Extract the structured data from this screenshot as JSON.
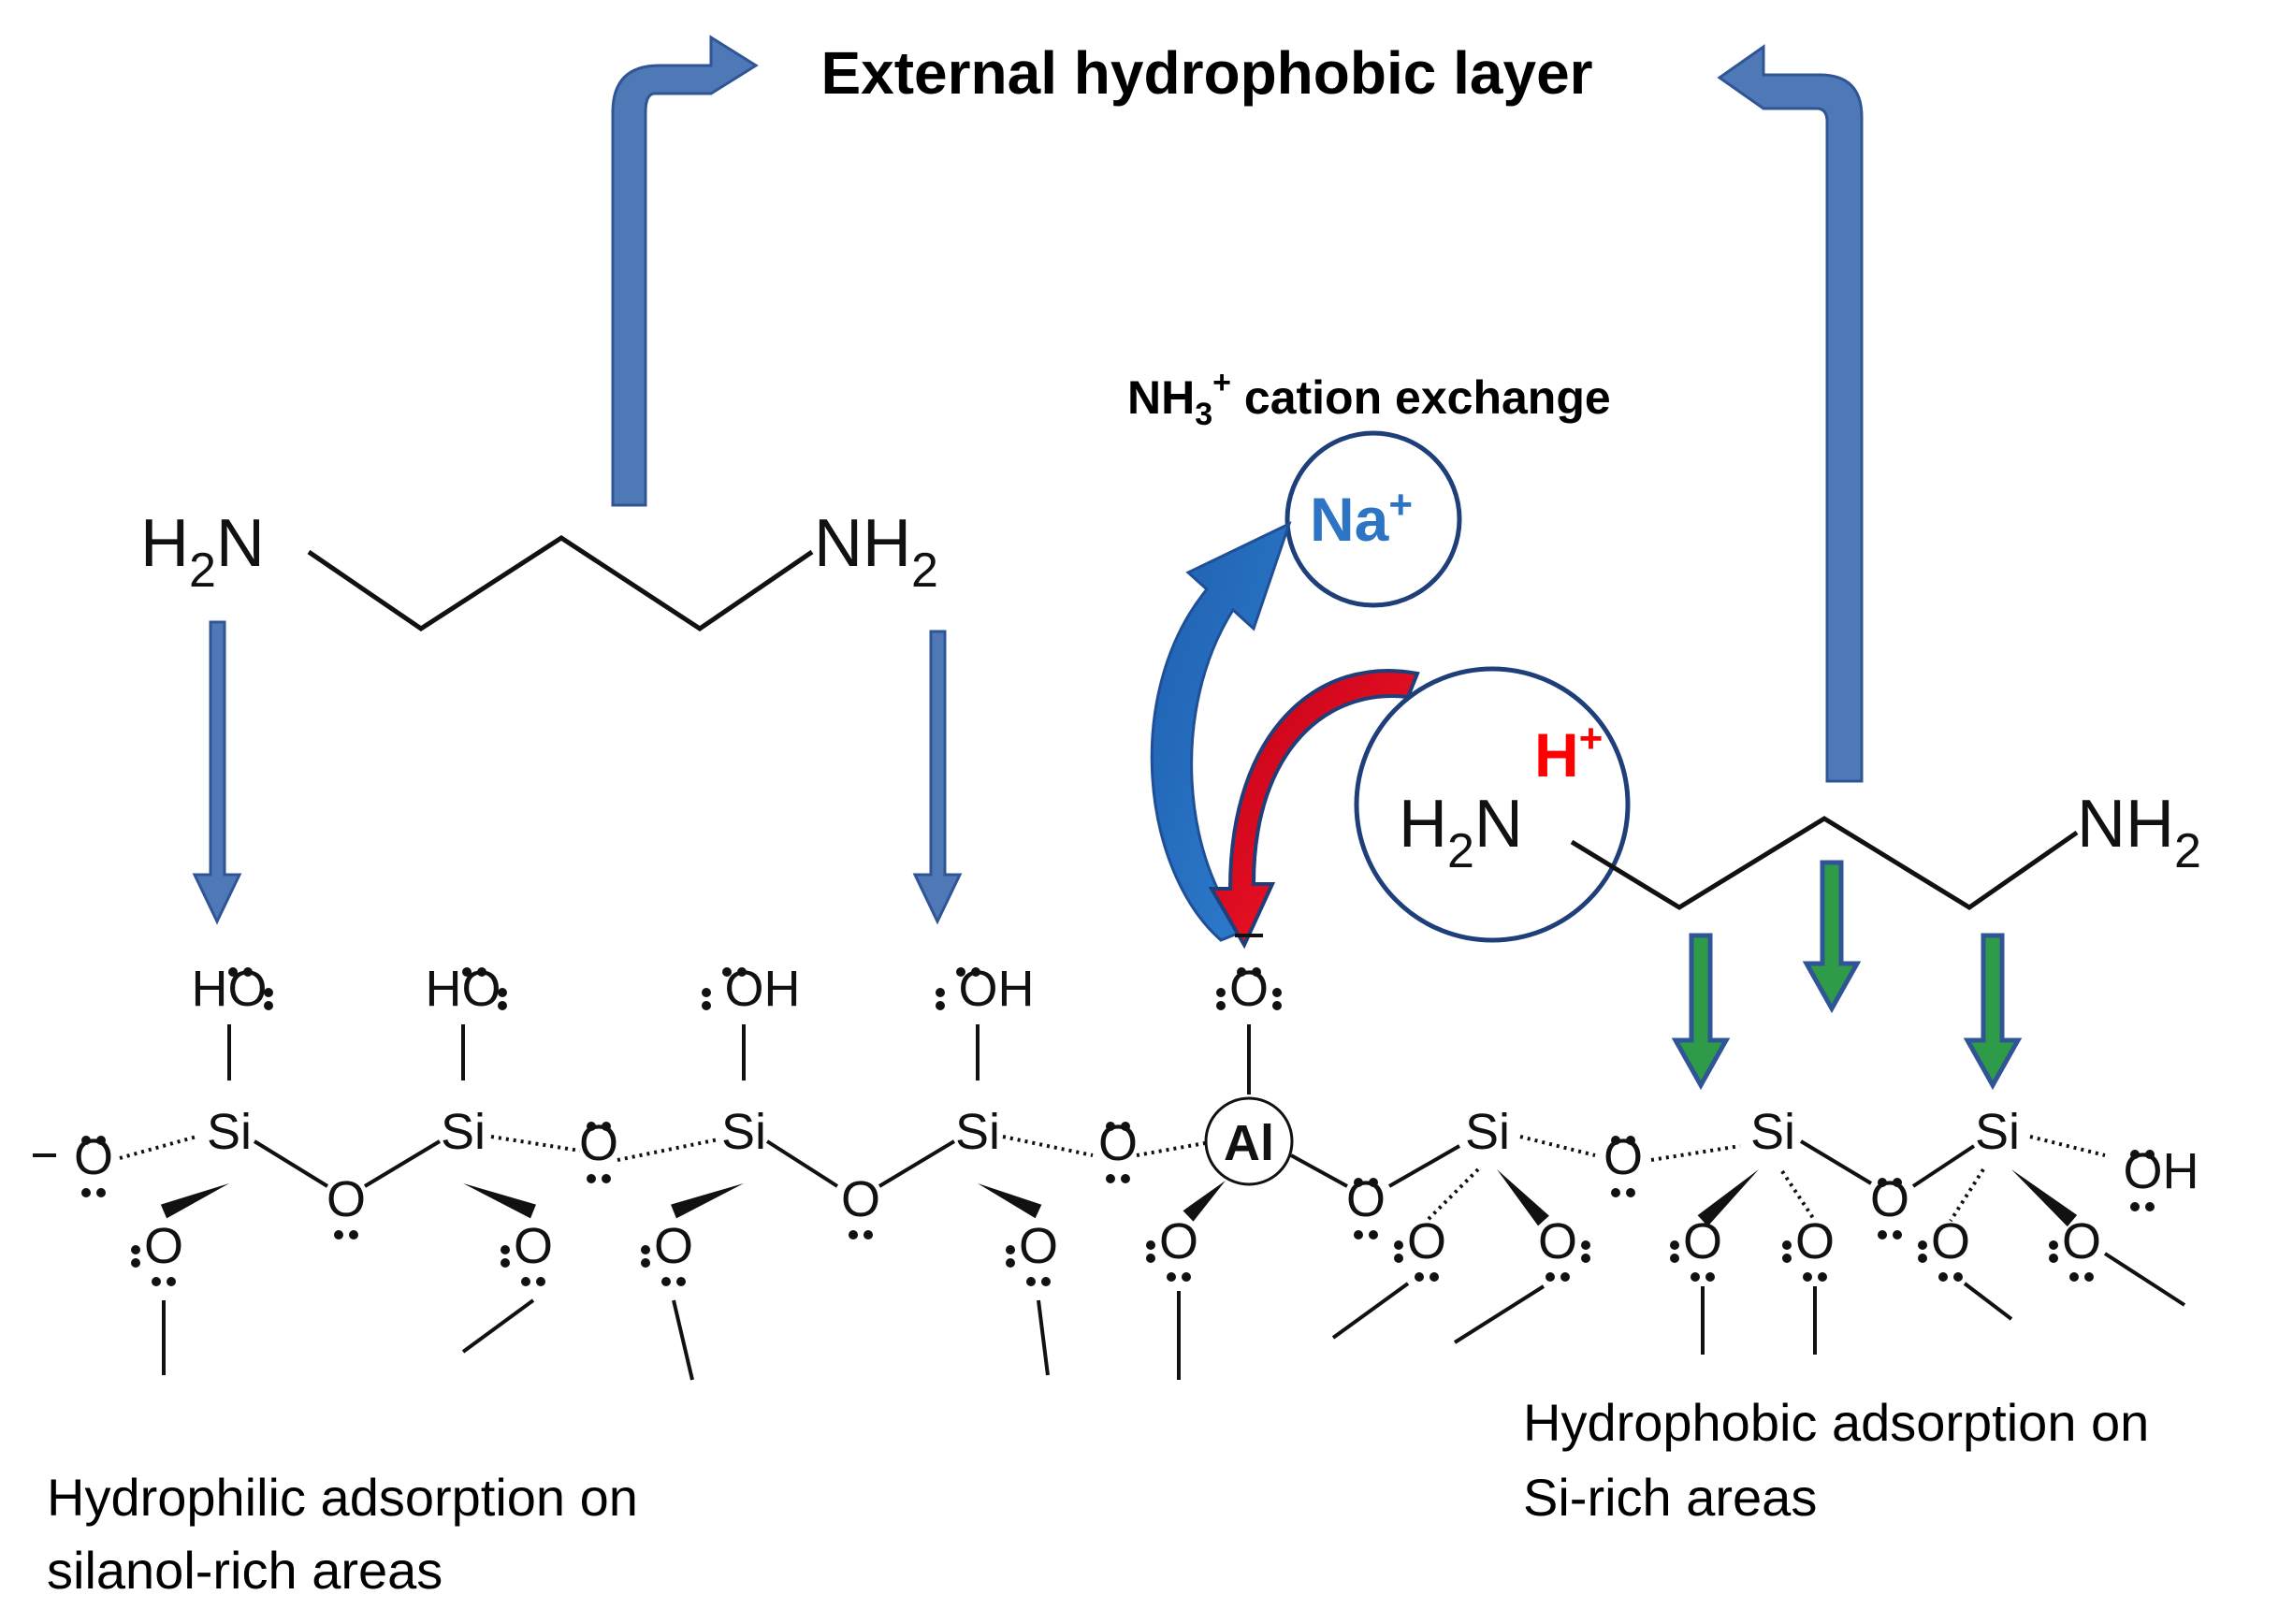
{
  "title": "External hydrophobic layer",
  "exchange": {
    "label": "NH",
    "sub": "3",
    "sup": "+",
    "rest": " cation exchange"
  },
  "sodium": {
    "text": "Na",
    "sup": "+"
  },
  "proton": {
    "text": "H",
    "sup": "+"
  },
  "aluminium": "Al",
  "silicon": "Si",
  "oxygen": "O",
  "hydroxyl_left": "HO",
  "hydroxyl_right": "OH",
  "amine": {
    "h2n_h": "H",
    "h2n_2": "2",
    "h2n_n": "N",
    "nh2_nh": "NH",
    "nh2_2": "2"
  },
  "left_caption": [
    "Hydrophilic adsorption on",
    "silanol-rich areas"
  ],
  "right_caption": [
    "Hydrophobic adsorption on",
    "Si-rich areas"
  ],
  "colors": {
    "blue_arrow": "#4f79b6",
    "blue_arrow_stroke": "#2f5597",
    "green_arrow": "#2e9b48",
    "red_arrow": "#e0001b",
    "na_blue": "#2e74c5",
    "circle": "#1f3f7a",
    "h_red": "#ff0000"
  }
}
